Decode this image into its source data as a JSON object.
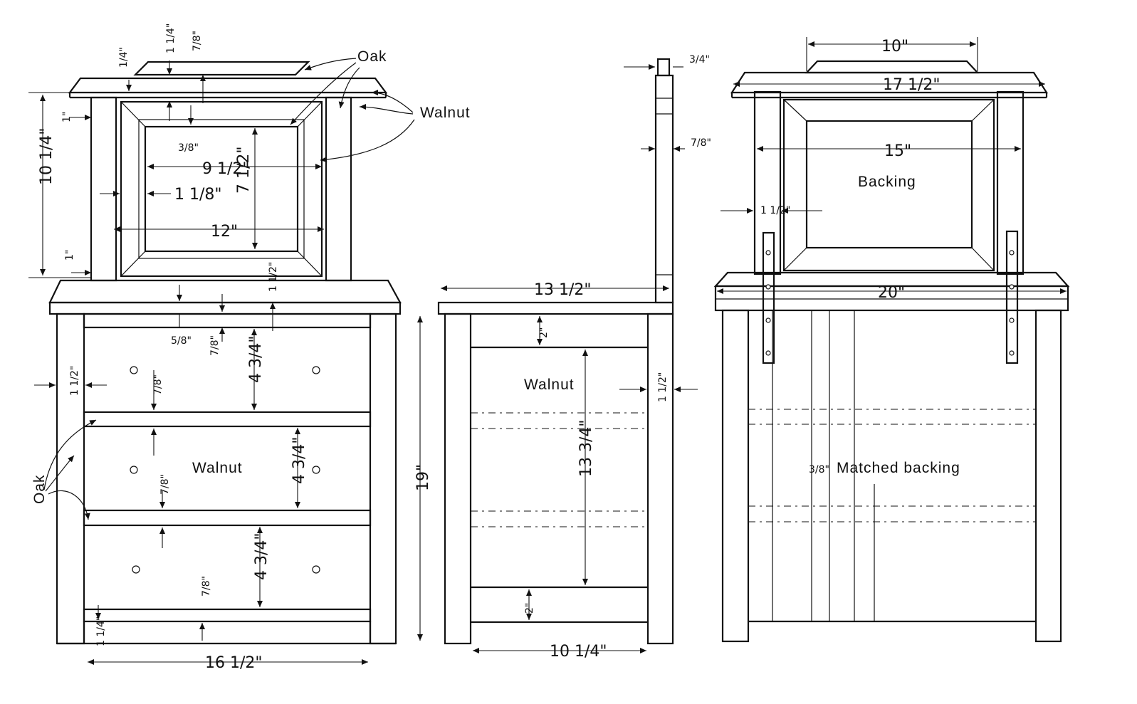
{
  "materials": {
    "oak_top": "Oak",
    "walnut_top": "Walnut",
    "walnut_drawers": "Walnut",
    "oak_side": "Oak",
    "walnut_side": "Walnut",
    "backing": "Backing",
    "matched_backing": "Matched backing",
    "matched_backing_size": "3/8\""
  },
  "front": {
    "top_width": "7/8\"",
    "top_cap": "1 1/4\"",
    "top_small": "1/4\"",
    "mirror_height": "10 1/4\"",
    "post_offset": "1\"",
    "frame_inner": "3/8\"",
    "mirror_width": "9 1/2\"",
    "frame_width": "1 1/8\"",
    "mirror_h": "7 1/2\"",
    "frame_total": "12\"",
    "lower_offset": "1\"",
    "shelf_thick": "1 1/2\"",
    "rail_thin": "5/8\"",
    "rail_78a": "7/8\"",
    "drawer1_h": "4 3/4\"",
    "leg_side": "1 1/2\"",
    "rail_78b": "7/8\"",
    "drawer2_h": "4 3/4\"",
    "rail_78c": "7/8\"",
    "drawer3_h": "4 3/4\"",
    "rail_78d": "7/8\"",
    "bottom_rail": "1 1/4\"",
    "width": "16 1/2\"",
    "height": "19\""
  },
  "side": {
    "post_top": "3/4\"",
    "post_thick": "7/8\"",
    "depth": "13 1/2\"",
    "rail_top": "2\"",
    "panel_h": "13 3/4\"",
    "leg_w": "1 1/2\"",
    "rail_bottom": "2\"",
    "inner_width": "10 1/4\""
  },
  "back": {
    "cap_width": "10\"",
    "top_width": "17 1/2\"",
    "frame_width": "15\"",
    "post_w": "1 1/2\"",
    "base_width": "20\""
  }
}
